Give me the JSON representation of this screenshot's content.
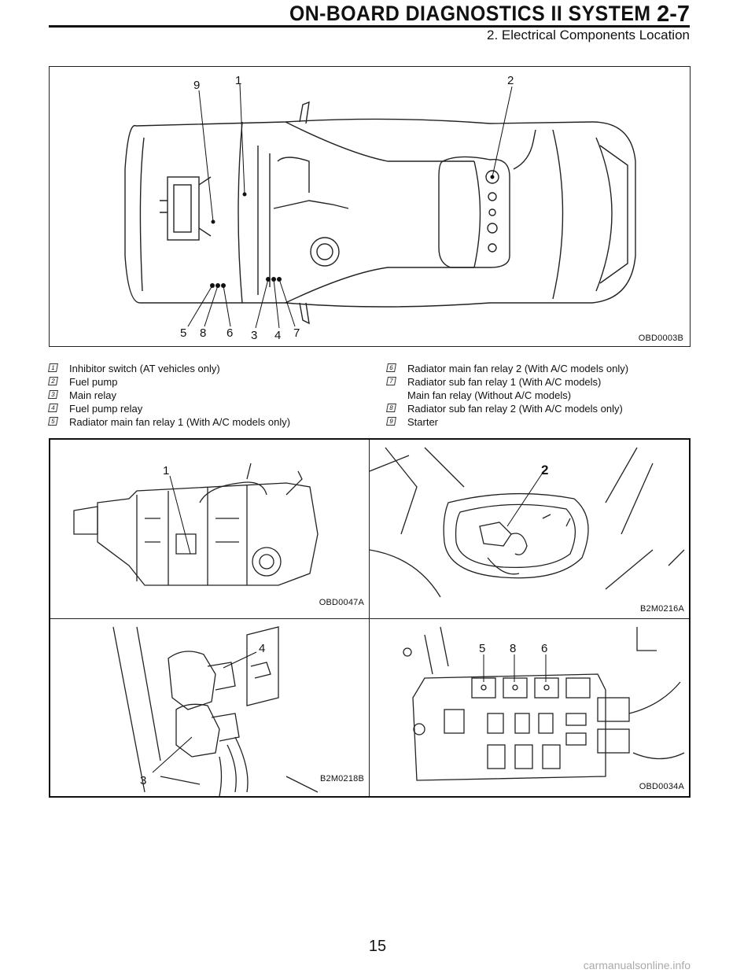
{
  "header": {
    "title": "ON-BOARD DIAGNOSTICS II SYSTEM",
    "section": "2-7",
    "subtitle": "2. Electrical Components Location"
  },
  "main_figure": {
    "code": "OBD0003B",
    "callouts": [
      "9",
      "1",
      "2",
      "5",
      "8",
      "6",
      "3",
      "4",
      "7"
    ]
  },
  "legend": {
    "left": [
      {
        "num": "1",
        "text": "Inhibitor switch (AT vehicles only)"
      },
      {
        "num": "2",
        "text": "Fuel pump"
      },
      {
        "num": "3",
        "text": "Main relay"
      },
      {
        "num": "4",
        "text": "Fuel pump relay"
      },
      {
        "num": "5",
        "text": "Radiator main fan relay 1 (With A/C models only)"
      }
    ],
    "right": [
      {
        "num": "6",
        "text": "Radiator main fan relay 2 (With A/C models only)"
      },
      {
        "num": "7",
        "text": "Radiator sub fan relay 1 (With A/C models)"
      },
      {
        "num": "",
        "text": "Main fan relay (Without A/C models)"
      },
      {
        "num": "8",
        "text": "Radiator sub fan relay 2 (With A/C models only)"
      },
      {
        "num": "9",
        "text": "Starter"
      }
    ]
  },
  "detail_figures": [
    {
      "code": "OBD0047A",
      "callouts": [
        "1"
      ]
    },
    {
      "code": "B2M0216A",
      "callouts": [
        "2"
      ]
    },
    {
      "code": "B2M0218B",
      "callouts": [
        "4",
        "3"
      ]
    },
    {
      "code": "OBD0034A",
      "callouts": [
        "5",
        "8",
        "6"
      ]
    }
  ],
  "page_number": "15",
  "watermark": "carmanualsonline.info"
}
